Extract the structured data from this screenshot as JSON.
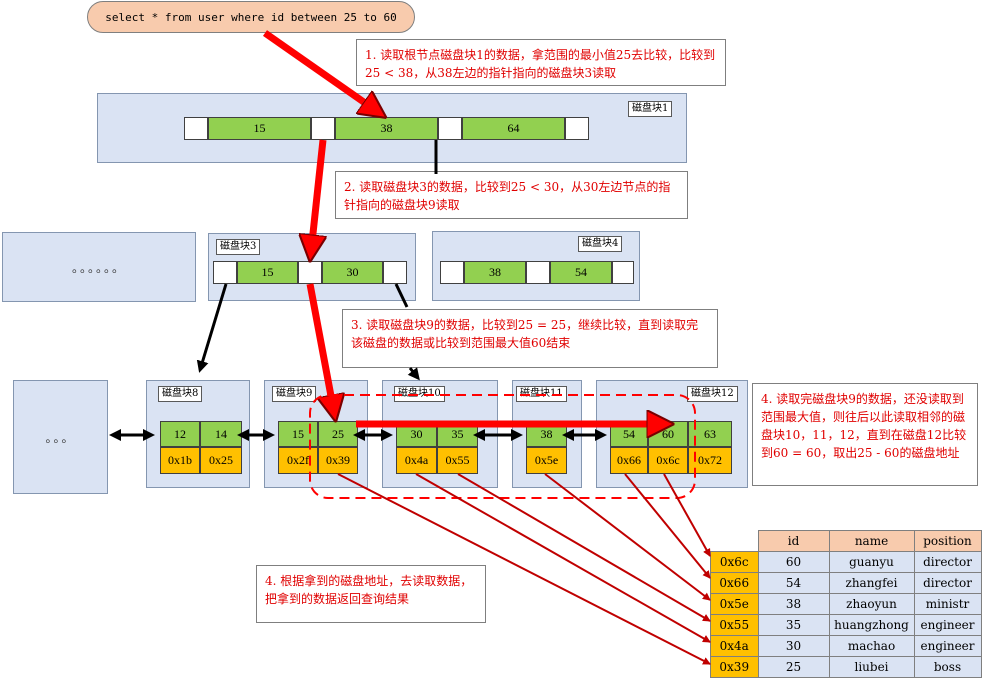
{
  "query": "select * from user where id between 25 to 60",
  "notes": {
    "n1": "1. 读取根节点磁盘块1的数据，拿范围的最小值25去比较，比较到25 < 38，从38左边的指针指向的磁盘块3读取",
    "n2": "2. 读取磁盘块3的数据，比较到25 < 30，从30左边节点的指针指向的磁盘块9读取",
    "n3": "3. 读取磁盘块9的数据，比较到25 = 25，继续比较，直到读取完该磁盘的数据或比较到范围最大值60结束",
    "n4a": "4. 读取完磁盘块9的数据，还没读取到范围最大值，则往后以此读取相邻的磁盘块10，11，12，直到在磁盘12比较到60 = 60，取出25 - 60的磁盘地址",
    "n4b": "4. 根据拿到的磁盘地址，去读取数据，把拿到的数据返回查询结果"
  },
  "blocks": {
    "b1": {
      "label": "磁盘块1",
      "keys": [
        "15",
        "38",
        "64"
      ]
    },
    "b3": {
      "label": "磁盘块3",
      "keys": [
        "15",
        "30"
      ]
    },
    "b4": {
      "label": "磁盘块4",
      "keys": [
        "38",
        "54"
      ]
    },
    "b8": {
      "label": "磁盘块8",
      "keys": [
        "12",
        "14"
      ],
      "addrs": [
        "0x1b",
        "0x25"
      ]
    },
    "b9": {
      "label": "磁盘块9",
      "keys": [
        "15",
        "25"
      ],
      "addrs": [
        "0x2f",
        "0x39"
      ]
    },
    "b10": {
      "label": "磁盘块10",
      "keys": [
        "30",
        "35"
      ],
      "addrs": [
        "0x4a",
        "0x55"
      ]
    },
    "b11": {
      "label": "磁盘块11",
      "keys": [
        "38"
      ],
      "addrs": [
        "0x5e"
      ]
    },
    "b12": {
      "label": "磁盘块12",
      "keys": [
        "54",
        "60",
        "63"
      ],
      "addrs": [
        "0x66",
        "0x6c",
        "0x72"
      ]
    }
  },
  "ellipsis": {
    "mid": "。。。。。。",
    "leaf": "。。。"
  },
  "result": {
    "headers": [
      "id",
      "name",
      "position"
    ],
    "rows": [
      {
        "addr": "0x6c",
        "id": "60",
        "name": "guanyu",
        "position": "director"
      },
      {
        "addr": "0x66",
        "id": "54",
        "name": "zhangfei",
        "position": "director"
      },
      {
        "addr": "0x5e",
        "id": "38",
        "name": "zhaoyun",
        "position": "ministr"
      },
      {
        "addr": "0x55",
        "id": "35",
        "name": "huangzhong",
        "position": "engineer"
      },
      {
        "addr": "0x4a",
        "id": "30",
        "name": "machao",
        "position": "engineer"
      },
      {
        "addr": "0x39",
        "id": "25",
        "name": "liubei",
        "position": "boss"
      }
    ]
  },
  "colors": {
    "key": "#92d050",
    "addr": "#ffc000",
    "block": "#dae3f3",
    "arrow": "#e00000",
    "header": "#f8cbad"
  }
}
